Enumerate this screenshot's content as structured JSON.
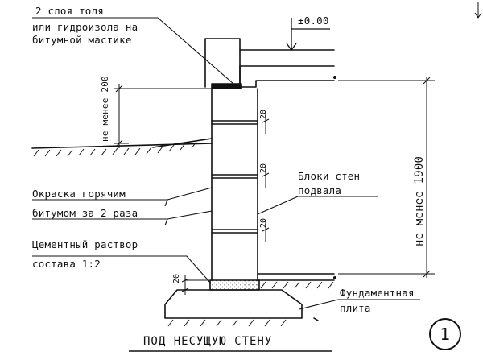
{
  "labels": {
    "tar_paper": "2 слоя толя",
    "waterproof_1": "или гидроизола на",
    "waterproof_2": "битумной мастике",
    "level": "±0.00",
    "not_less_200": "не менее 200",
    "wall_blocks_1": "Блоки стен",
    "wall_blocks_2": "подвала",
    "paint_1": "Окраска горячим",
    "paint_2": "битумом за 2 раза",
    "mortar_1": "Цементный раствор",
    "mortar_2": "состава 1:2",
    "found_plate_1": "Фундаментная",
    "found_plate_2": "плита",
    "not_less_1900": "не менее 1900"
  },
  "dimensions": {
    "joint_top": "20",
    "joint_mid": "20",
    "joint_low": "20",
    "joint_bottom": "20"
  },
  "title": "ПОД НЕСУЩУЮ СТЕНУ",
  "sheet_number": "1"
}
